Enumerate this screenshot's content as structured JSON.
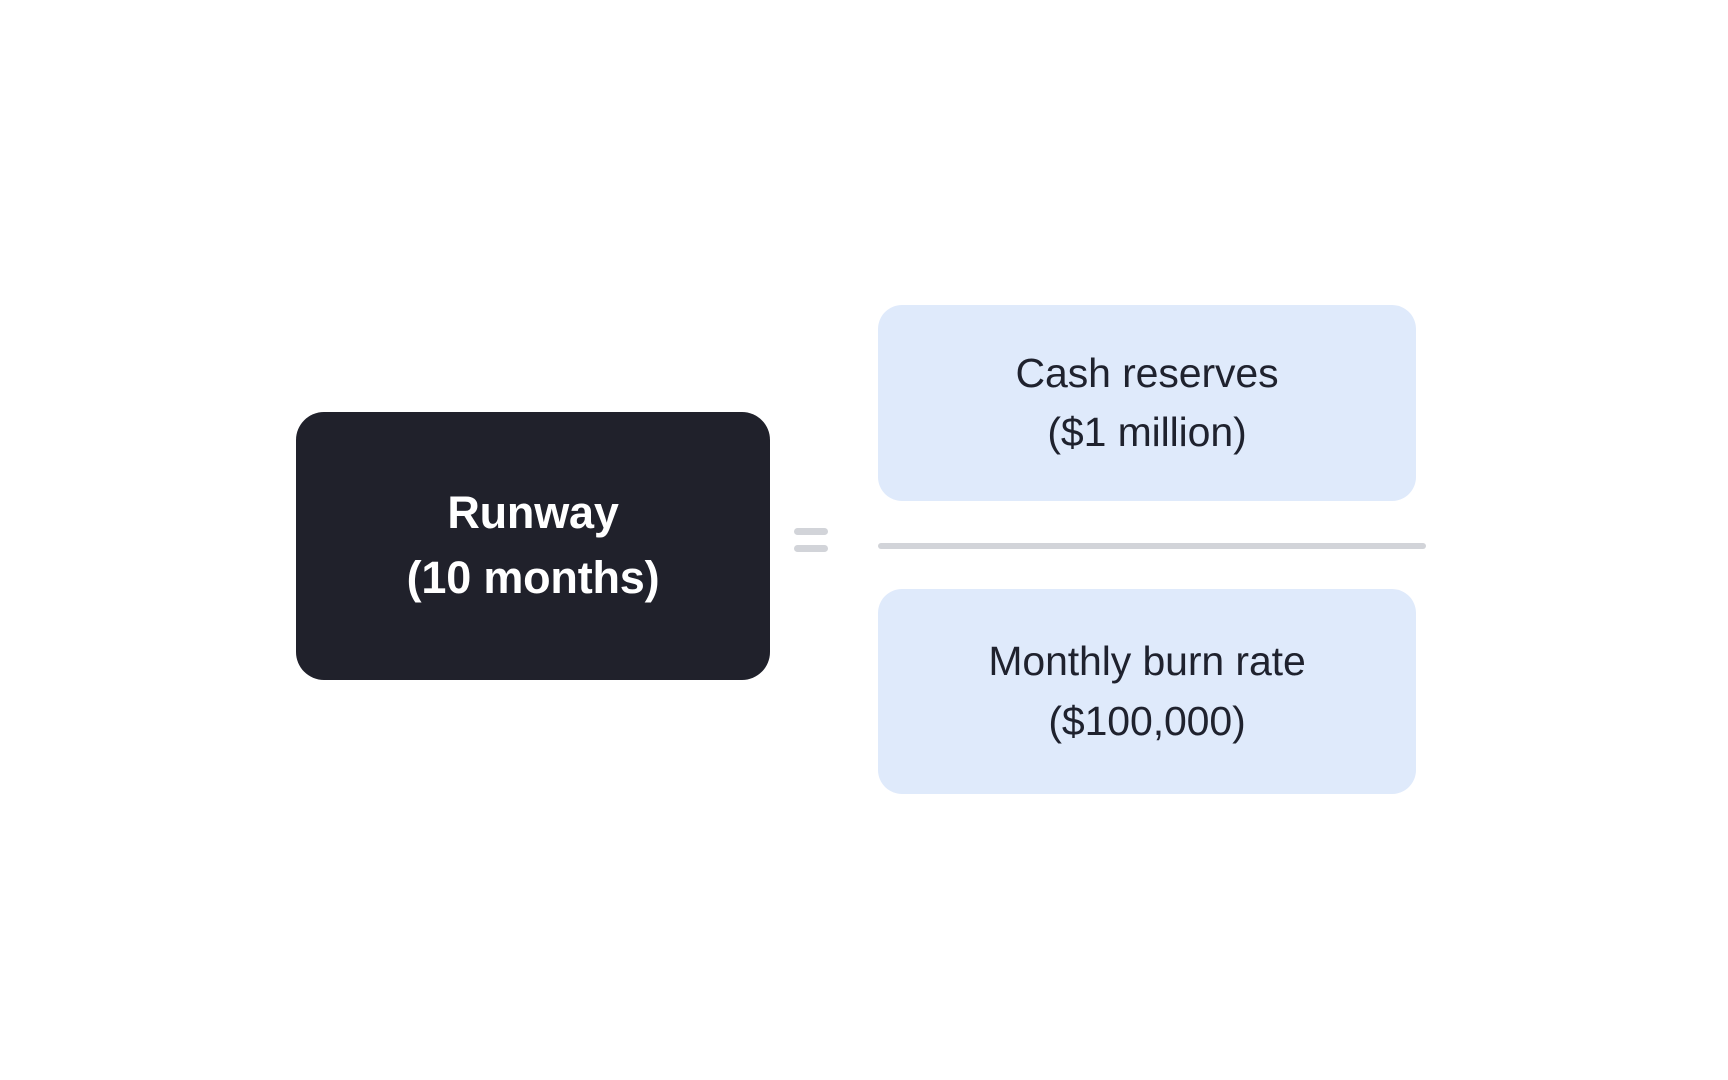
{
  "diagram": {
    "type": "equation-fraction",
    "background_color": "#ffffff",
    "result": {
      "label": "Runway",
      "value": "(10 months)",
      "background_color": "#20212b",
      "text_color": "#ffffff"
    },
    "operator": {
      "symbol": "=",
      "name": "equals-sign",
      "color": "#d2d4d9"
    },
    "fraction": {
      "numerator": {
        "label": "Cash reserves",
        "value": "($1 million)",
        "background_color": "#dfeafb",
        "text_color": "#1f222e"
      },
      "denominator": {
        "label": "Monthly burn rate",
        "value": "($100,000)",
        "background_color": "#dfeafb",
        "text_color": "#1f222e"
      },
      "bar_color": "#d2d4d9"
    }
  }
}
